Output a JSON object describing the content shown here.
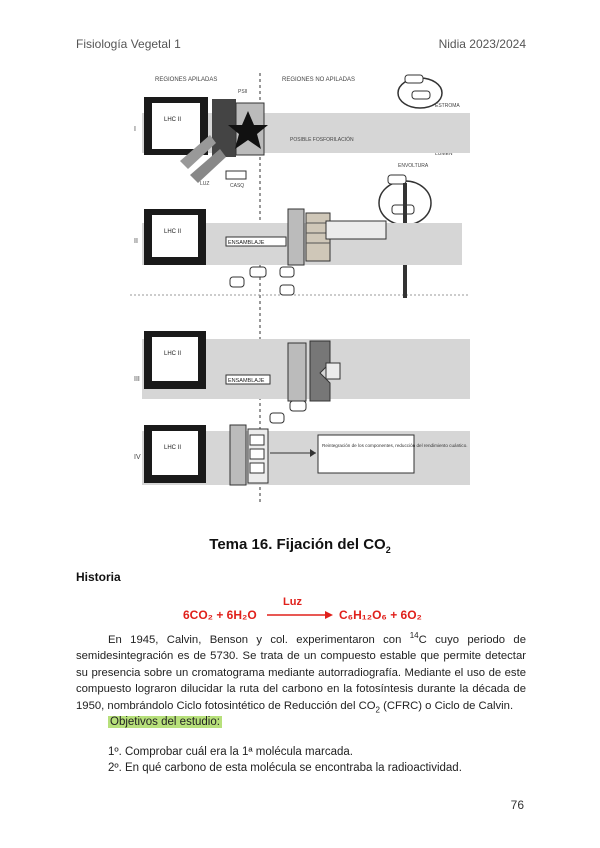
{
  "header": {
    "left": "Fisiología Vegetal 1",
    "right": "Nidia 2023/2024"
  },
  "figure": {
    "labels": {
      "regiones": "REGIONES APILADAS",
      "regiones_no": "REGIONES NO APILADAS",
      "luz": "LUZ",
      "casq": "CASQ",
      "posible": "POSIBLE FOSFORILACIÓN",
      "estroma": "ESTROMA",
      "lumen": "LUMEN",
      "envoltura": "ENVOLTURA",
      "psii": "PSII",
      "lhcii_1": "LHC II",
      "lhcii_2": "LHC II",
      "lhcii_3": "LHC II",
      "lhcii_4": "LHC II",
      "ensamblaje1": "ENSAMBLAJE",
      "ensamblaje2": "ENSAMBLAJE",
      "rn1": "I",
      "rn2": "II",
      "rn3": "III",
      "rn4": "IV",
      "note": "Reintegración de los componentes, reducción del rendimiento cuántico."
    }
  },
  "title": {
    "text": "Tema 16. Fijación del CO",
    "sub": "2"
  },
  "section": "Historia",
  "equation": {
    "left": "6CO₂ + 6H₂O",
    "above": "Luz",
    "right": "C₆H₁₂O₆ + 6O₂"
  },
  "paragraph": {
    "p1": "En 1945, Calvin, Benson y col. experimentaron con ",
    "sup": "14",
    "p2": "C cuyo periodo de semidesintegración es de 5730. Se trata de un compuesto estable que permite detectar su presencia sobre un cromatograma mediante autorradiografía. Mediante el uso de este compuesto lograron dilucidar la ruta del carbono en la fotosíntesis durante la década de 1950, nombrándolo Ciclo fotosintético de Reducción del CO",
    "sub": "2",
    "p3": " (CFRC) o Ciclo de Calvin."
  },
  "objectives": "Objetivos del estudio:",
  "items": [
    "1º. Comprobar cuál era la 1ª molécula marcada.",
    "2º. En qué carbono de esta molécula se encontraba la radioactividad."
  ],
  "page_number": "76"
}
